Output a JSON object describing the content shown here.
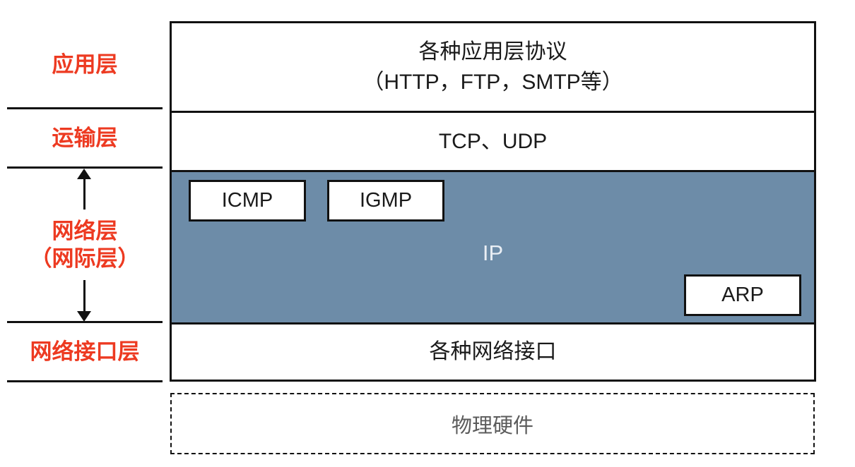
{
  "colors": {
    "label_red": "#ED3A21",
    "network_layer_blue": "#6D8CA8",
    "ip_text": "#E9EEF4",
    "hardware_gray": "#5B5B5B",
    "line_black": "#111111"
  },
  "left_labels": {
    "application": {
      "label": "应用层"
    },
    "transport": {
      "label": "运输层"
    },
    "network": {
      "label": "网络层",
      "sublabel": "（网际层）"
    },
    "interface": {
      "label": "网络接口层"
    }
  },
  "stack": {
    "application_row": {
      "line1": "各种应用层协议",
      "line2": "（HTTP，FTP，SMTP等）"
    },
    "transport_row": {
      "label": "TCP、UDP"
    },
    "network_row": {
      "icmp": "ICMP",
      "igmp": "IGMP",
      "ip": "IP",
      "arp": "ARP"
    },
    "interface_row": {
      "label": "各种网络接口"
    },
    "hardware_box": {
      "label": "物理硬件"
    }
  }
}
